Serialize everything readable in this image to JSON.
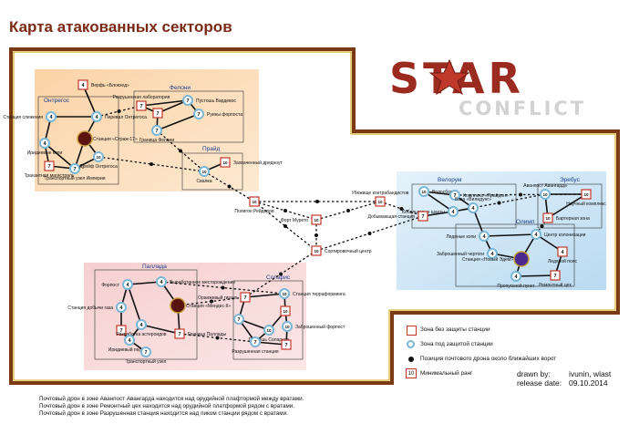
{
  "title": "Карта атакованных секторов",
  "logo": {
    "line1": "STAR",
    "line2": "CONFLICT"
  },
  "colors": {
    "frame": "#7a3a14",
    "frame_inner": "#c8a000",
    "border_red": "#c0392b",
    "unprotected": "#c0392b",
    "protected": "#7ab7d6"
  },
  "regions": [
    {
      "id": "ontregos",
      "name": "Онтрегос"
    },
    {
      "id": "felonia",
      "name": "Фелони"
    },
    {
      "id": "praid",
      "name": "Прайд"
    },
    {
      "id": "velorum",
      "name": "Велорум"
    },
    {
      "id": "erebus",
      "name": "Эребус"
    },
    {
      "id": "olimp",
      "name": "Олимп"
    },
    {
      "id": "pallada",
      "name": "Паллада"
    },
    {
      "id": "solaris",
      "name": "Соларис"
    }
  ],
  "nodes": [
    {
      "id": "n_verf",
      "num": "4",
      "type": "square",
      "label": "Верфь «Блокхед»"
    },
    {
      "id": "n_stsl",
      "num": "4",
      "type": "circle",
      "label": "Станция слежения"
    },
    {
      "id": "n_perev",
      "num": "4",
      "type": "circle",
      "label": "Перевал Онтрегоса"
    },
    {
      "id": "n_irid",
      "num": "4",
      "type": "circle",
      "label": "Иридиевые копи"
    },
    {
      "id": "n_trmag",
      "num": "7",
      "type": "square",
      "label": "Транзитная магистраль"
    },
    {
      "id": "n_trans",
      "num": "7",
      "type": "circle",
      "label": "Транспортный узел Империи"
    },
    {
      "id": "n_strag",
      "num": "",
      "type": "station",
      "label": "Станция «Страж-17»"
    },
    {
      "id": "n_dreif",
      "num": "10",
      "type": "circle",
      "label": "Дрейф Онтрегоса"
    },
    {
      "id": "n_razr",
      "num": "7",
      "type": "square",
      "label": "Разрушенная лаборатория"
    },
    {
      "id": "n_pust",
      "num": "7",
      "type": "circle",
      "label": "Пустошь Вардевос"
    },
    {
      "id": "n_ruin",
      "num": "7",
      "type": "circle",
      "label": "Руины форпоста"
    },
    {
      "id": "n_fel7",
      "num": "7",
      "type": "square",
      "label": ""
    },
    {
      "id": "n_granf",
      "num": "7",
      "type": "circle",
      "label": "Граница Фелони"
    },
    {
      "id": "n_svalka",
      "num": "10",
      "type": "circle",
      "label": "Свалка"
    },
    {
      "id": "n_zahv",
      "num": "10",
      "type": "square",
      "label": "Захваченный дредноут"
    },
    {
      "id": "n_polig",
      "num": "10",
      "type": "square",
      "label": "Полигон Рейдеров"
    },
    {
      "id": "n_murto",
      "num": "10",
      "type": "square",
      "label": "Форт Мурето"
    },
    {
      "id": "n_ubezh",
      "num": "10",
      "type": "square",
      "label": "Убежище контрабандистов"
    },
    {
      "id": "n_sort",
      "num": "10",
      "type": "square",
      "label": "Сортировочный центр"
    },
    {
      "id": "n_vodosbor",
      "num": "10",
      "type": "circle",
      "label": "Водосбор"
    },
    {
      "id": "n_komplex",
      "num": "7",
      "type": "circle",
      "label": "Комплекс «Прайдон»"
    },
    {
      "id": "n_baza",
      "num": "4",
      "type": "circle",
      "label": "База «Вилидунг»"
    },
    {
      "id": "n_kobalt",
      "num": "4",
      "type": "circle",
      "label": "Кобальтовые шахты"
    },
    {
      "id": "n_dobyv",
      "num": "7",
      "type": "square",
      "label": "Добывающая станция"
    },
    {
      "id": "n_avanp",
      "num": "10",
      "type": "circle",
      "label": "Аванпост Авангарда"
    },
    {
      "id": "n_naucn",
      "num": "10",
      "type": "square",
      "label": "Научный комплекс"
    },
    {
      "id": "n_bart",
      "num": "10",
      "type": "square",
      "label": "Бартерная зона"
    },
    {
      "id": "n_ledkop",
      "num": "4",
      "type": "circle",
      "label": "Ледяные копи"
    },
    {
      "id": "n_centr",
      "num": "4",
      "type": "circle",
      "label": "Центр колонизации"
    },
    {
      "id": "n_zabrosh",
      "num": "4",
      "type": "circle",
      "label": "Заброшенный чертоги"
    },
    {
      "id": "n_novedem",
      "num": "",
      "type": "station",
      "label": "Станция «Новый Эдем»"
    },
    {
      "id": "n_ledpo",
      "num": "4",
      "type": "square",
      "label": "Ледяной пояс"
    },
    {
      "id": "n_propusk",
      "num": "4",
      "type": "circle",
      "label": "Пропускной пункт"
    },
    {
      "id": "n_remont",
      "num": "7",
      "type": "square",
      "label": "Ремонтный цех"
    },
    {
      "id": "n_fortpost",
      "num": "4",
      "type": "circle",
      "label": "Форпост"
    },
    {
      "id": "n_vyrab",
      "num": "4",
      "type": "circle",
      "label": "Выработанное месторождение"
    },
    {
      "id": "n_stdob",
      "num": "4",
      "type": "circle",
      "label": "Станция добычи газа"
    },
    {
      "id": "n_pal7",
      "num": "7",
      "type": "square",
      "label": ""
    },
    {
      "id": "n_mendes",
      "num": "",
      "type": "station",
      "label": "Станция «Мендес-II»"
    },
    {
      "id": "n_razrab",
      "num": "4",
      "type": "circle",
      "label": "Разработка астероидов"
    },
    {
      "id": "n_iridper",
      "num": "4",
      "type": "circle",
      "label": "Иридиевый перегон"
    },
    {
      "id": "n_granpal",
      "num": "7",
      "type": "square",
      "label": "Граница Паллады"
    },
    {
      "id": "n_transp",
      "num": "7",
      "type": "circle",
      "label": "Транспортный узел"
    },
    {
      "id": "n_orang",
      "num": "7",
      "type": "square",
      "label": "Оранжевый гигант"
    },
    {
      "id": "n_stterm",
      "num": "10",
      "type": "circle",
      "label": "Станция терраформинга"
    },
    {
      "id": "n_sol7",
      "num": "7",
      "type": "circle",
      "label": ""
    },
    {
      "id": "n_sol10",
      "num": "10",
      "type": "square",
      "label": ""
    },
    {
      "id": "n_pustsol",
      "num": "10",
      "type": "circle",
      "label": "Пустошь Солариса"
    },
    {
      "id": "n_zabfort",
      "num": "10",
      "type": "circle",
      "label": "Заброшенный форпост"
    },
    {
      "id": "n_razrst",
      "num": "7",
      "type": "circle",
      "label": "Разрушенная станция"
    },
    {
      "id": "n_sol7b",
      "num": "7",
      "type": "square",
      "label": ""
    }
  ],
  "legend": [
    {
      "type": "square",
      "text": "Зона без защиты станции"
    },
    {
      "type": "circle",
      "text": "Зона под защитой станции"
    },
    {
      "type": "dot",
      "text": "Позиция почтового дрона около ближайших ворот"
    },
    {
      "type": "rank",
      "num": "10",
      "text": "Минимальный ранг"
    }
  ],
  "credits": {
    "drawn_by_label": "drawn by:",
    "drawn_by_value": "ivunin, wlast",
    "release_label": "release date:",
    "release_value": "09.10.2014"
  },
  "notes": [
    "Почтовый дрон в зоне Аванпост Авангарда находится над орудийной плафтормой между вратами.",
    "Почтовый дрон в зоне Ремонтный цех находится над орудийной платформой рядом с вратами.",
    "Почтовый дрон в зоне Разрушенная станция находится над пиком станции рядом с вратами."
  ]
}
